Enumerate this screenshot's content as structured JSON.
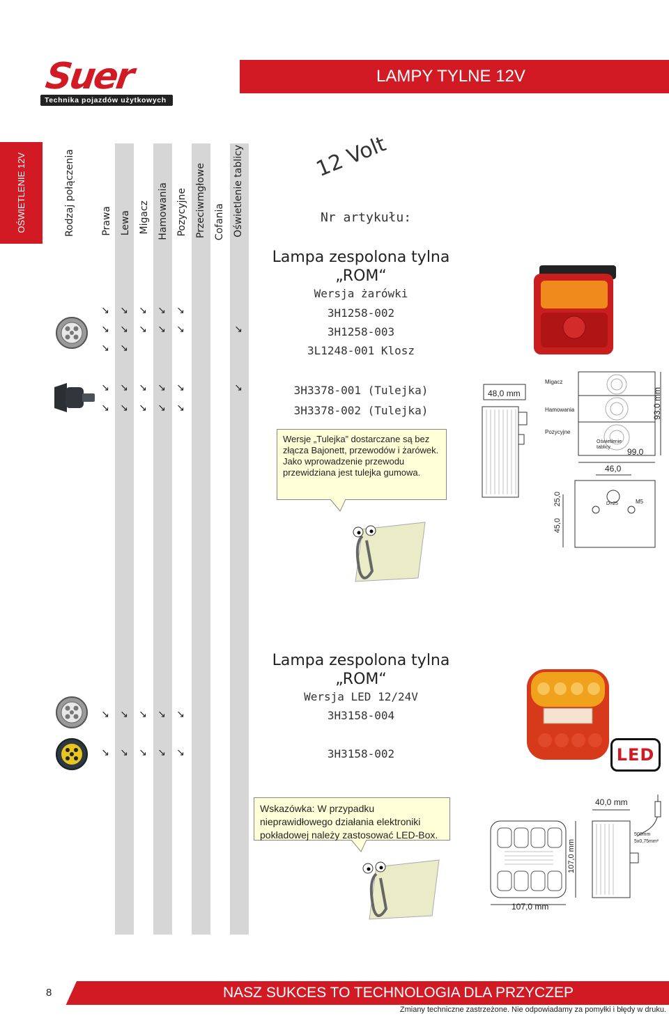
{
  "header": {
    "logo_text": "Suer",
    "logo_subtitle": "Technika pojazdów użytkowych",
    "title": "LAMPY TYLNE 12V"
  },
  "side_label": "OŚWIETLENIE 12V",
  "columns": {
    "connection": "Rodzaj połączenia",
    "items": [
      "Prawa",
      "Lewa",
      "Migacz",
      "Hamowania",
      "Pozycyjne",
      "Przeciwmgłowe",
      "Cofania",
      "Oświetlenie tablicy"
    ]
  },
  "voltage": "12 Volt",
  "article_label": "Nr artykułu:",
  "product1": {
    "title": "Lampa zespolona tylna",
    "name": "„ROM“",
    "variant": "Wersja żarówki",
    "codes": [
      "3H1258-002",
      "3H1258-003",
      "3L1248-001 Klosz",
      "3H3378-001 (Tulejka)",
      "3H3378-002 (Tulejka)"
    ],
    "note": "Wersje „Tulejka” dostarczane są bez złącza Bajonett, przewodów i żarówek. Jako wprowadzenie przewodu przewidziana jest tulejka gumowa.",
    "dimensions": {
      "depth": "48,0 mm",
      "height": "93,0 mm",
      "width": "99,0",
      "hole_spacing": "46,0",
      "v1": "25,0",
      "v2": "45,0",
      "thread": "M5",
      "dim_small": "D=25",
      "label_migacz": "Migacz",
      "label_hamowania": "Hamowania",
      "label_pozycyjne": "Pozycyjne",
      "label_oswietlenie": "Oświetlenie tablicy"
    }
  },
  "product2": {
    "title": "Lampa zespolona tylna",
    "name": "„ROM“",
    "variant": "Wersja LED 12/24V",
    "codes": [
      "3H3158-004",
      "3H3158-002"
    ],
    "note": "Wskazówka: W przypadku nieprawidłowego działania elektroniki pokładowej należy zastosować LED-Box.",
    "badge": "LED",
    "dimensions": {
      "depth": "40,0 mm",
      "height": "107,0 mm",
      "width": "107,0 mm",
      "cable": "500mm",
      "cable2": "5x0,75mm²"
    }
  },
  "footer": {
    "page": "8",
    "slogan": "NASZ SUKCES TO TECHNOLOGIA DLA PRZYCZEP",
    "disclaimer": "Zmiany techniczne zastrzeżone. Nie odpowiadamy za pomyłki i błędy w druku."
  },
  "colors": {
    "brand_red": "#d21a25",
    "column_gray": "#d6d6d6",
    "note_bg": "#ffffd8"
  }
}
